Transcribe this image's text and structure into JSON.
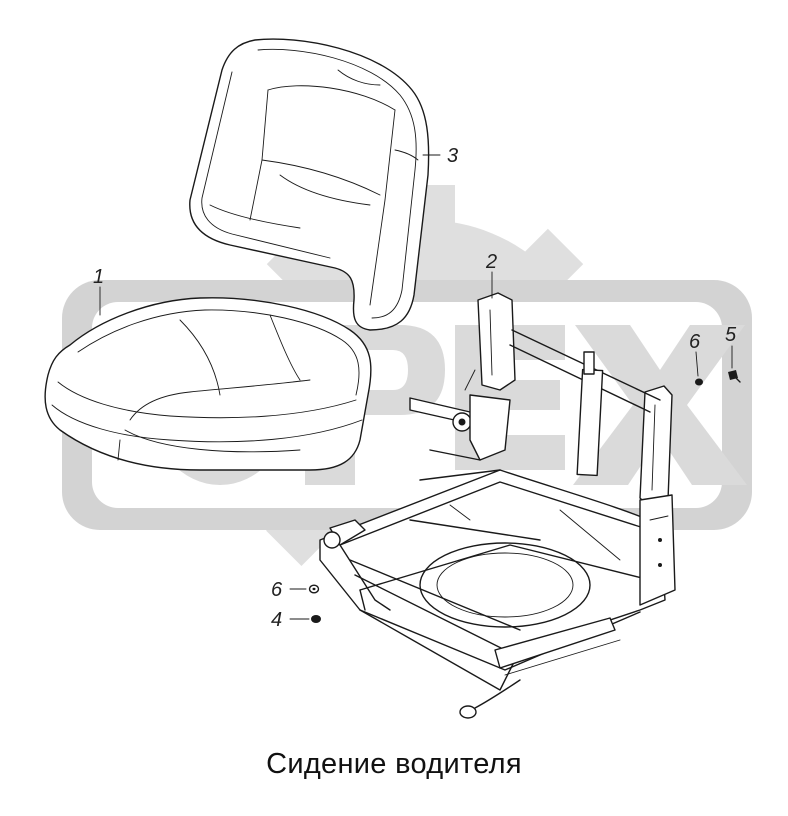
{
  "diagram": {
    "caption": "Сидение водителя",
    "watermark_logo": "ОРЕХ",
    "callouts": [
      {
        "id": "c1",
        "label": "1",
        "part": "seat-cushion"
      },
      {
        "id": "c2",
        "label": "2",
        "part": "seat-frame"
      },
      {
        "id": "c3",
        "label": "3",
        "part": "seat-backrest"
      },
      {
        "id": "c4",
        "label": "4",
        "part": "nut-left"
      },
      {
        "id": "c5",
        "label": "5",
        "part": "bolt"
      },
      {
        "id": "c6a",
        "label": "6",
        "part": "washer-right"
      },
      {
        "id": "c6b",
        "label": "6",
        "part": "washer-left"
      }
    ]
  }
}
